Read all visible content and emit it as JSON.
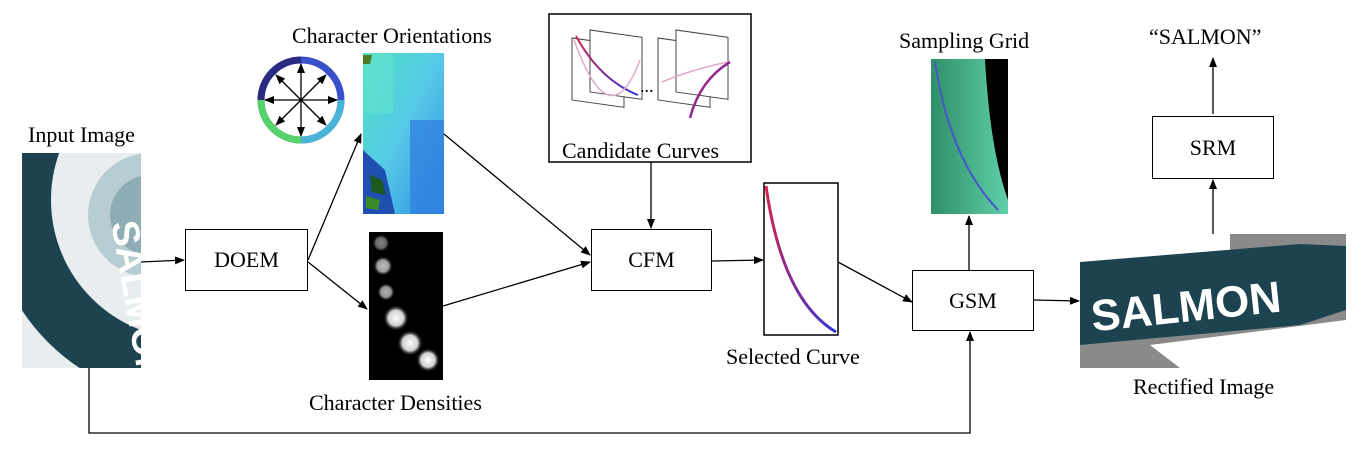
{
  "labels": {
    "input_image": "Input Image",
    "char_orientations": "Character Orientations",
    "char_densities": "Character Densities",
    "candidate_curves": "Candidate Curves",
    "selected_curve": "Selected Curve",
    "sampling_grid": "Sampling Grid",
    "rectified_image": "Rectified Image",
    "output_text": "“SALMON”"
  },
  "modules": {
    "doem": "DOEM",
    "cfm": "CFM",
    "gsm": "GSM",
    "srm": "SRM"
  },
  "image_text": {
    "input_word": "SALMON",
    "rectified_word": "SALMON",
    "ellipsis": "..."
  }
}
